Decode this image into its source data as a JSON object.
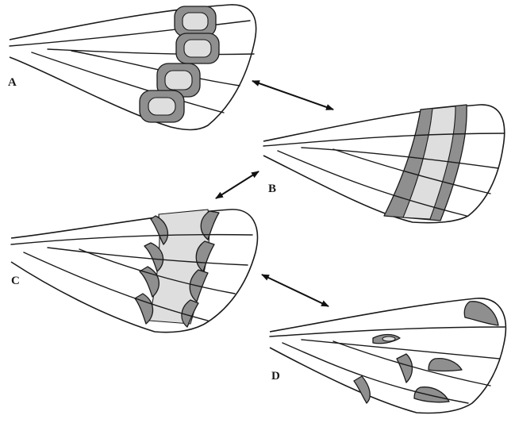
{
  "figure": {
    "panels": [
      {
        "id": "A",
        "label": "A"
      },
      {
        "id": "B",
        "label": "B"
      },
      {
        "id": "C",
        "label": "C"
      },
      {
        "id": "D",
        "label": "D"
      }
    ],
    "colors": {
      "outline": "#1a1a1a",
      "dark_band": "#8f8f8f",
      "light_fill": "#dedede",
      "background": "#ffffff"
    }
  }
}
